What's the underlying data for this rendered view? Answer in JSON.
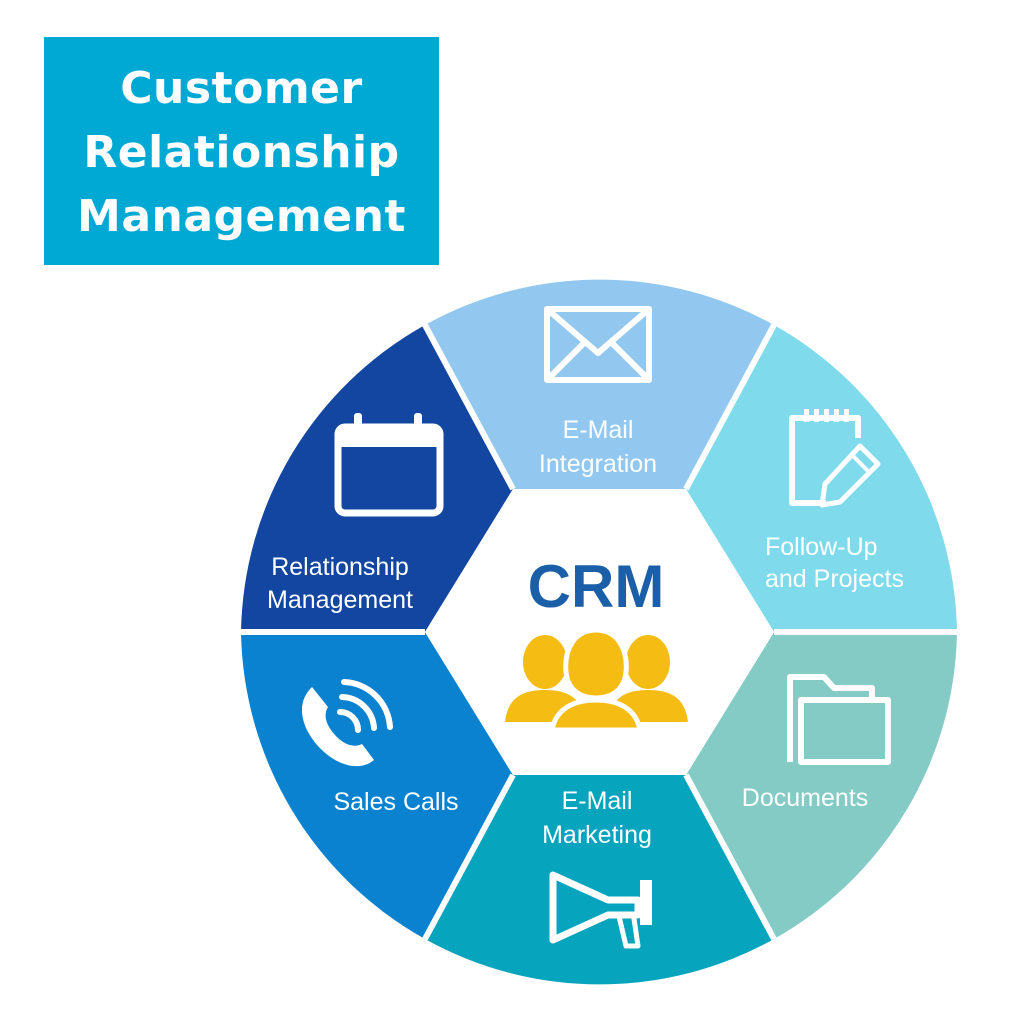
{
  "title": {
    "lines": [
      "Customer",
      "Relationship",
      "Management"
    ],
    "background": "#00a9d4"
  },
  "center": {
    "label": "CRM",
    "label_color": "#1b5fa8",
    "icon": "people-group-icon",
    "icon_color": "#f5bd14"
  },
  "segments": [
    {
      "id": "email-integration",
      "lines": [
        "E-Mail",
        "Integration"
      ],
      "color": "#92c8f0",
      "icon": "envelope-icon"
    },
    {
      "id": "follow-up",
      "lines": [
        "Follow-Up",
        "and Projects"
      ],
      "color": "#7fdbeb",
      "icon": "notepad-pencil-icon"
    },
    {
      "id": "documents",
      "lines": [
        "Documents"
      ],
      "color": "#83cbc4",
      "icon": "folder-icon"
    },
    {
      "id": "email-marketing",
      "lines": [
        "E-Mail",
        "Marketing"
      ],
      "color": "#06a4bd",
      "icon": "megaphone-icon"
    },
    {
      "id": "sales-calls",
      "lines": [
        "Sales Calls"
      ],
      "color": "#0a82d0",
      "icon": "phone-icon"
    },
    {
      "id": "relationship-management",
      "lines": [
        "Relationship",
        "Management"
      ],
      "color": "#1346a0",
      "icon": "calendar-icon"
    }
  ]
}
